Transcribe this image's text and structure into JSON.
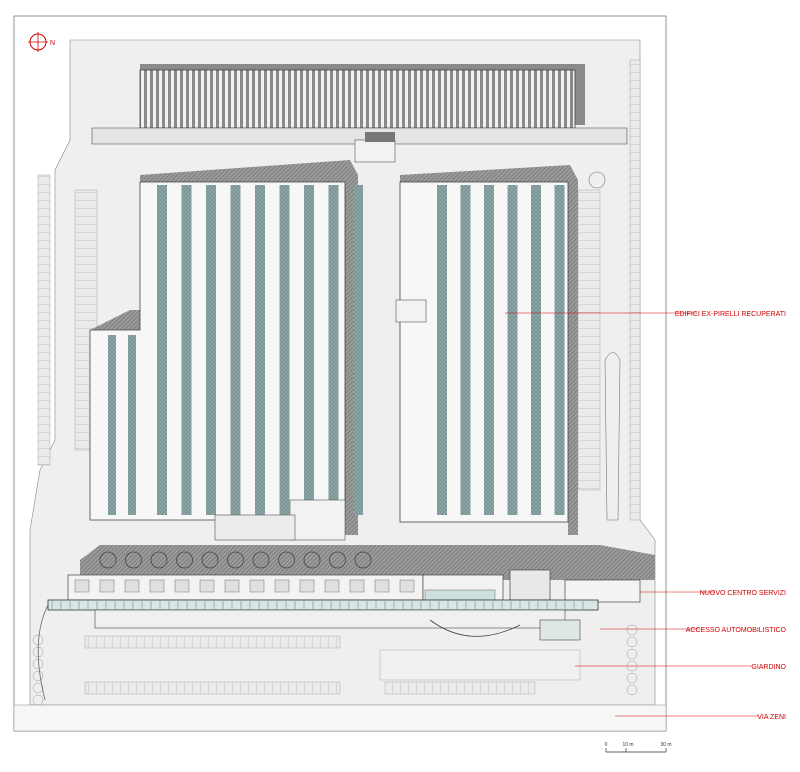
{
  "compass": {
    "north_letter": "N",
    "icon": "north-arrow-icon",
    "color": "#d10000"
  },
  "annotations": [
    {
      "id": "edifici",
      "text": "EDIFICI EX-PIRELLI RECUPERATI"
    },
    {
      "id": "centro",
      "text": "NUOVO CENTRO SERVIZI"
    },
    {
      "id": "accesso",
      "text": "ACCESSO AUTOMOBILISTICO"
    },
    {
      "id": "giardino",
      "text": "GIARDINO"
    },
    {
      "id": "via",
      "text": "VIA ZENI"
    }
  ],
  "scale_bar": {
    "ticks": [
      "0",
      "10 m",
      "30 m"
    ]
  },
  "colors": {
    "annotation": "#d10000",
    "roof_teal": "#8aa5a8",
    "shadow": "#8c8c8c",
    "ground": "#eeeeee",
    "road": "#f4f4f4",
    "line": "#555555"
  }
}
